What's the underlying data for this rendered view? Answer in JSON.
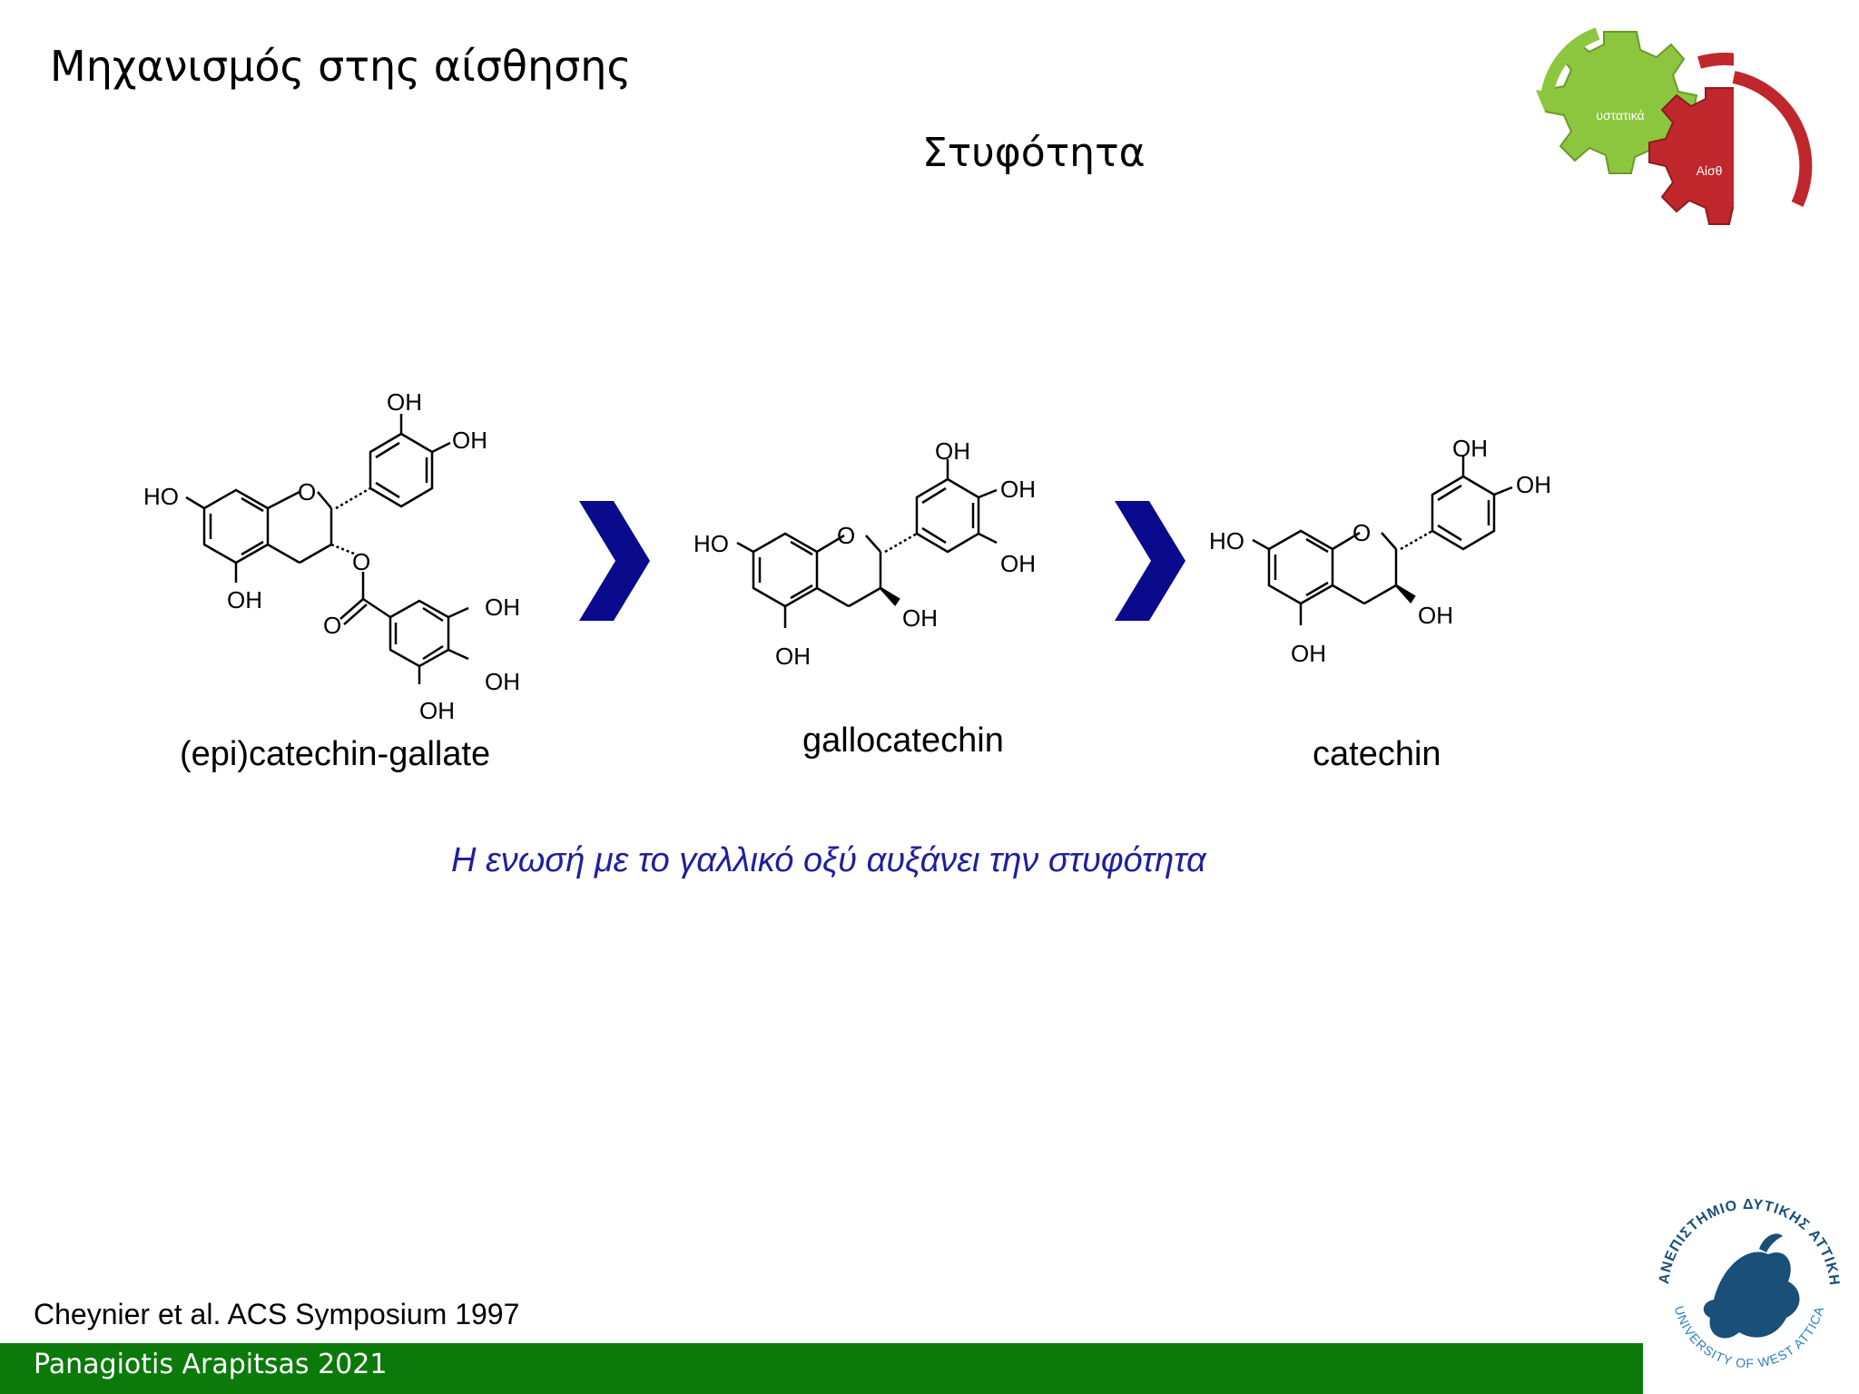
{
  "slide": {
    "title": "Μηχανισμός στης αίσθησης",
    "subtitle": "Στυφότητα",
    "statement": "Η ενωσή με το γαλλικό οξύ αυξάνει την στυφότητα",
    "citation": "Cheynier et al. ACS Symposium 1997",
    "footer": "Panagiotis Arapitsas 2021"
  },
  "corner_graphic": {
    "green_gear_label": "υστατικά",
    "red_gear_label": "Αίσθ",
    "green_color": "#8cc63f",
    "red_color": "#c0272d"
  },
  "molecules": [
    {
      "name": "(epi)catechin-gallate"
    },
    {
      "name": "gallocatechin"
    },
    {
      "name": "catechin"
    }
  ],
  "atom_labels": {
    "oh": "OH",
    "ho": "HO",
    "o": "O"
  },
  "logo": {
    "text_top": "ΠΑΝΕΠΙΣΤΗΜΙΟ ΔΥΤΙΚΗΣ ΑΤΤΙΚΗΣ",
    "text_bottom": "UNIVERSITY OF WEST ATTICA",
    "color": "#1a4f7a"
  },
  "colors": {
    "arrow": "#0a0a8c",
    "statement": "#1f1f9e",
    "footer_bar": "#0b7a0b"
  }
}
